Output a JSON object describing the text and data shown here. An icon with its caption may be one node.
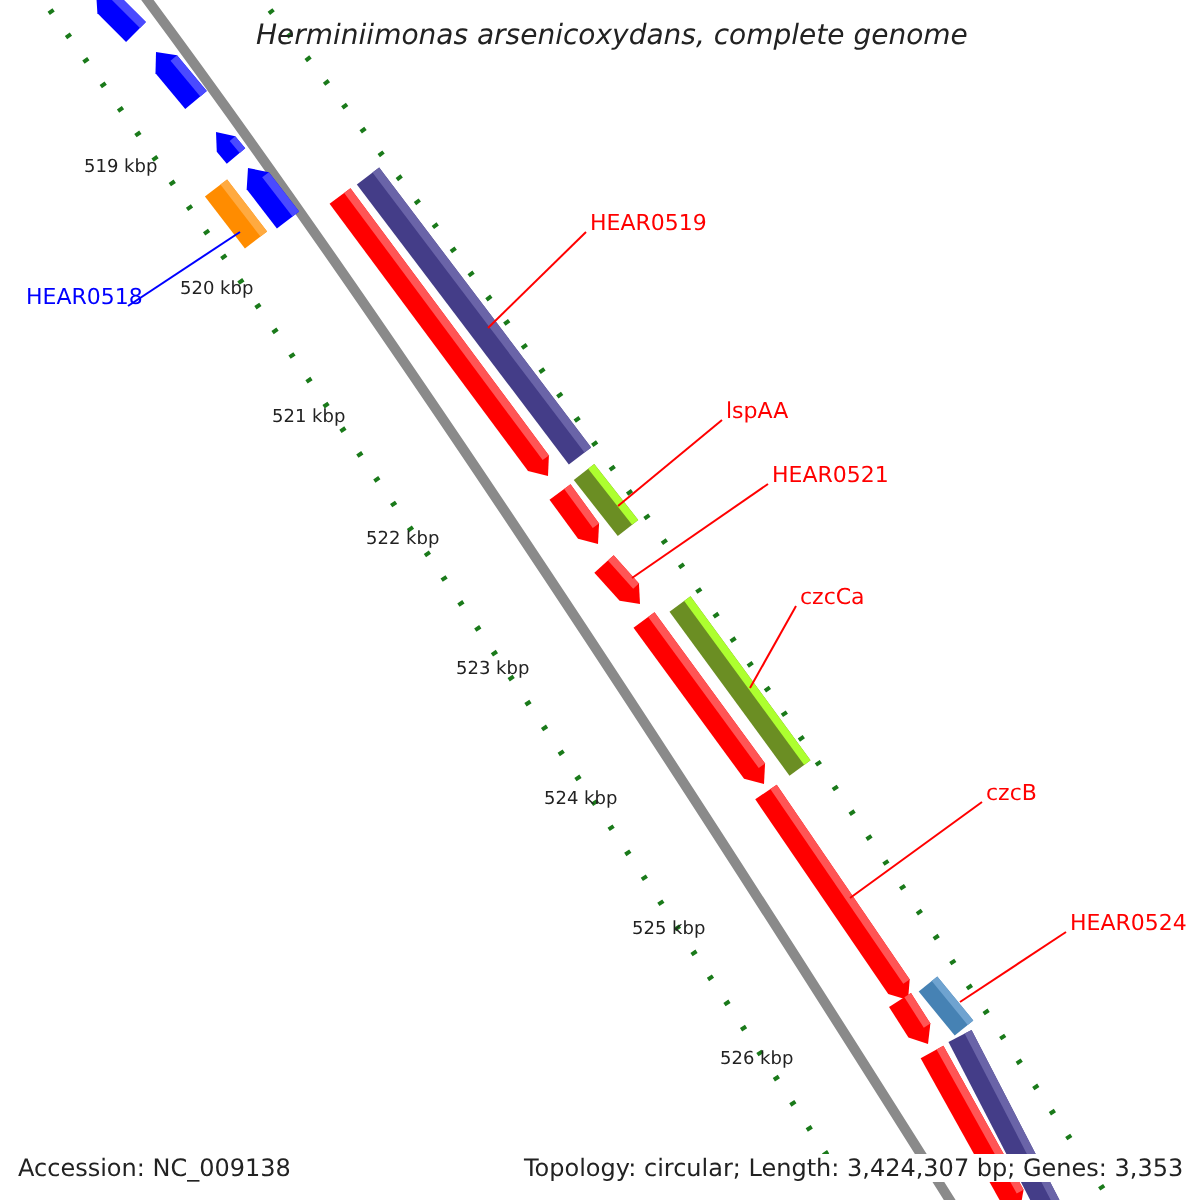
{
  "diagram": {
    "title": "Herminiimonas arsenicoxydans, complete genome",
    "nodes": [
      {
        "text": [
          "HEAR0518"
        ]
      },
      {
        "text": [
          "HEAR0519"
        ]
      },
      {
        "text": [
          "lspAA"
        ]
      },
      {
        "text": [
          "HEAR0521"
        ]
      },
      {
        "text": [
          "czcCa"
        ]
      },
      {
        "text": [
          "czcB"
        ]
      },
      {
        "text": [
          "HEAR0524"
        ]
      },
      {
        "text": [],
        "shape": "bar"
      },
      {
        "text": [],
        "shape": "bar"
      },
      {
        "text": [],
        "shape": "bar"
      },
      {
        "text": [],
        "shape": "bar"
      },
      {
        "text": [],
        "shape": "bar"
      },
      {
        "text": [],
        "shape": "bar"
      },
      {
        "text": [],
        "shape": "bar"
      },
      {
        "text": [],
        "shape": "bar"
      },
      {
        "text": [],
        "shape": "bar"
      },
      {
        "text": [],
        "shape": "bar"
      },
      {
        "text": [],
        "shape": "bar"
      },
      {
        "text": [],
        "shape": "bar"
      },
      {
        "text": [],
        "shape": "bar"
      },
      {
        "text": [],
        "shape": "bar"
      },
      {
        "text": [],
        "shape": "bar"
      },
      {
        "text": [],
        "shape": "bar"
      },
      {
        "text": [],
        "shape": "bar"
      }
    ],
    "edges": [
      {
        "from": 0,
        "to": 7,
        "arrow": "none",
        "color": "#0000ff"
      },
      {
        "from": 1,
        "to": 8,
        "arrow": "none"
      },
      {
        "from": 2,
        "to": 9,
        "arrow": "none"
      },
      {
        "from": 3,
        "to": 10,
        "arrow": "none"
      },
      {
        "from": 4,
        "to": 11,
        "arrow": "none"
      },
      {
        "from": 5,
        "to": 12,
        "arrow": "none"
      },
      {
        "from": 6,
        "to": 13,
        "arrow": "none"
      }
    ],
    "labels": [
      "519 kbp",
      "520 kbp",
      "521 kbp",
      "522 kbp",
      "523 kbp",
      "524 kbp",
      "525 kbp",
      "526 kbp",
      "Accession: NC_009138",
      "Topology: circular; Length: 3,424,307 bp; Genes: 3,353"
    ]
  }
}
